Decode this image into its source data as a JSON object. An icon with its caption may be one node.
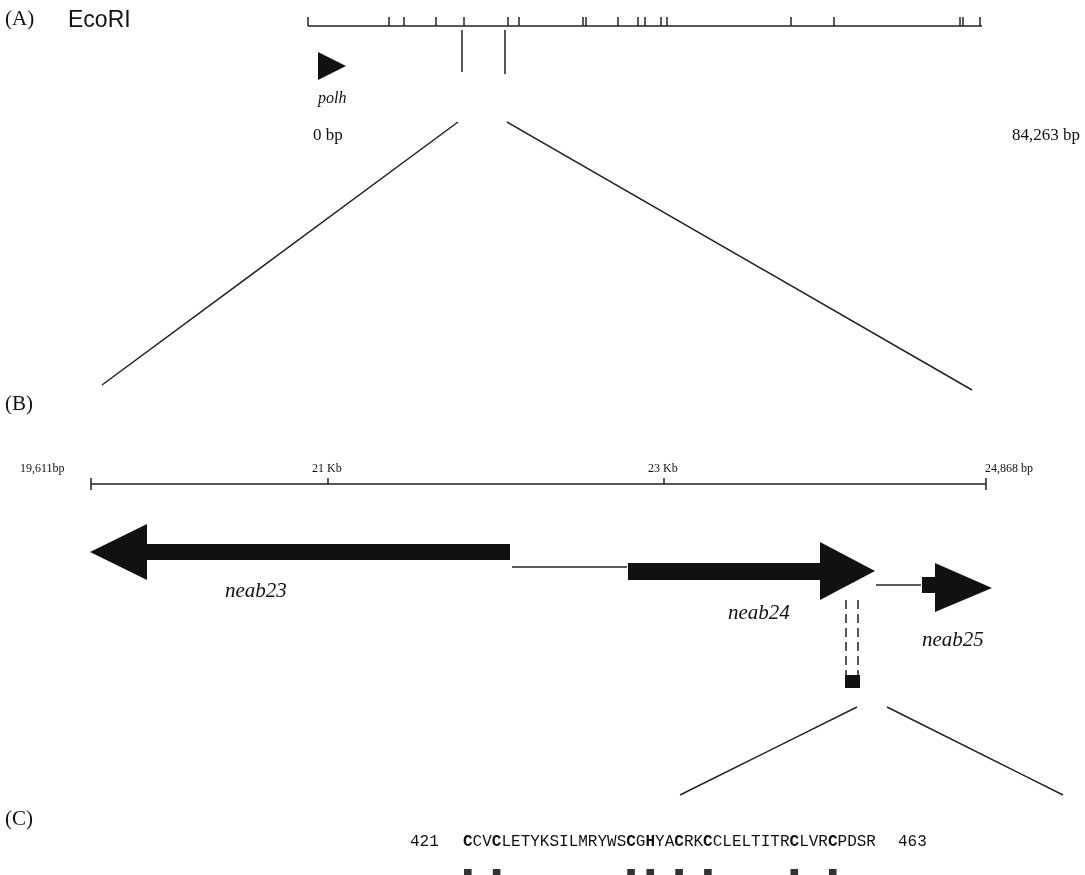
{
  "diagram": {
    "nodes": [
      {
        "text": [
          "polh"
        ]
      },
      {
        "text": [
          "neab23"
        ]
      },
      {
        "text": [
          "neab24"
        ]
      },
      {
        "text": [
          "neab25"
        ]
      },
      {
        "text": [],
        "shape": "bar"
      }
    ],
    "edges": [
      {
        "from": 1,
        "to": 2,
        "arrow": "none"
      },
      {
        "from": 2,
        "to": 3,
        "arrow": "none"
      },
      {
        "from": 2,
        "to": 4,
        "arrow": "none",
        "style": "dashed"
      }
    ],
    "labels": [
      "(A)",
      "EcoRI",
      "0 bp",
      "84,263 bp",
      "(B)",
      "19,611bp",
      "21 Kb",
      "23 Kb",
      "24,868 bp",
      "(C)",
      "421",
      "**C**CV**C**LETYKSILMRYWS**C**G**H**YA**C**RK**C**CLELTITR**C**LVR**C**PDSR",
      "463"
    ]
  }
}
